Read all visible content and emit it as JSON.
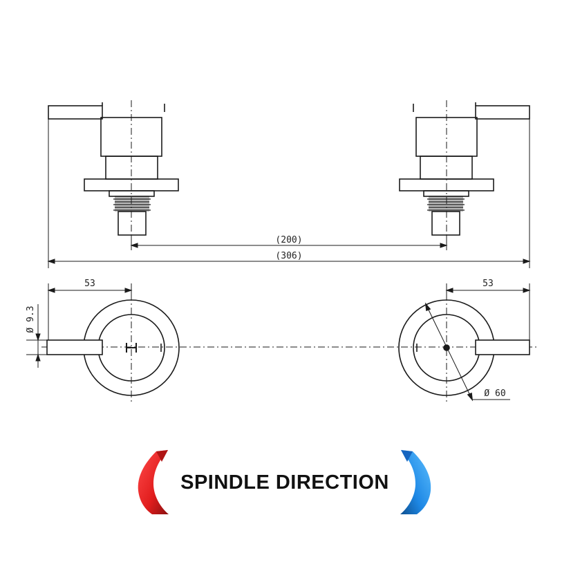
{
  "dimensions": {
    "centre_distance": "(200)",
    "overall_width": "(306)",
    "lever_offset_left": "53",
    "lever_offset_right": "53",
    "lever_diameter": "Ø 9.3",
    "flange_diameter": "Ø 60"
  },
  "caption": {
    "label": "SPINDLE DIRECTION",
    "left_arrow_color": "#e02020",
    "right_arrow_color": "#1e88e5",
    "left_arrow_icon": "counterclockwise-arrow-icon",
    "right_arrow_icon": "clockwise-arrow-icon"
  }
}
